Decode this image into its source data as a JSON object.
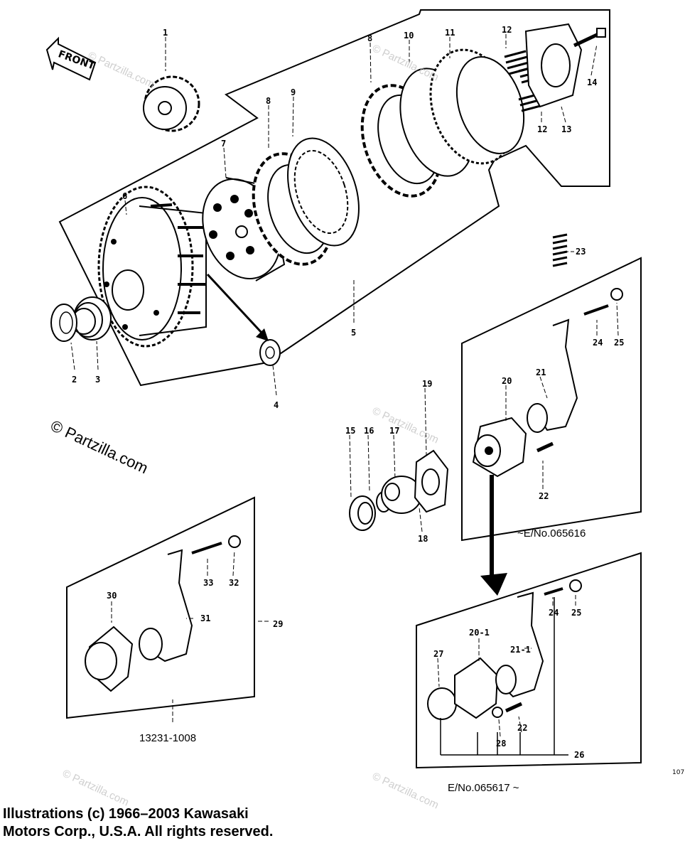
{
  "diagram": {
    "front_arrow": "FRONT",
    "part_numbers": [
      "1",
      "2",
      "3",
      "4",
      "5",
      "6",
      "7",
      "8",
      "8",
      "9",
      "10",
      "11",
      "12",
      "12",
      "13",
      "14",
      "15",
      "16",
      "17",
      "18",
      "19",
      "20",
      "21",
      "22",
      "23",
      "24",
      "25",
      "29",
      "30",
      "31",
      "32",
      "33",
      "20-1",
      "21-1",
      "24",
      "25",
      "27",
      "28",
      "22",
      "26"
    ],
    "label_serial_upto": "~E/No.065616",
    "label_serial_from": "E/No.065617 ~",
    "label_assembly_number": "13231-1008",
    "watermark_main": "© Partzilla.com",
    "watermark_small": "© Partzilla.com",
    "corner_number": "107",
    "copyright_line1": "Illustrations (c) 1966–2003 Kawasaki",
    "copyright_line2": "Motors Corp., U.S.A.  All rights reserved."
  }
}
